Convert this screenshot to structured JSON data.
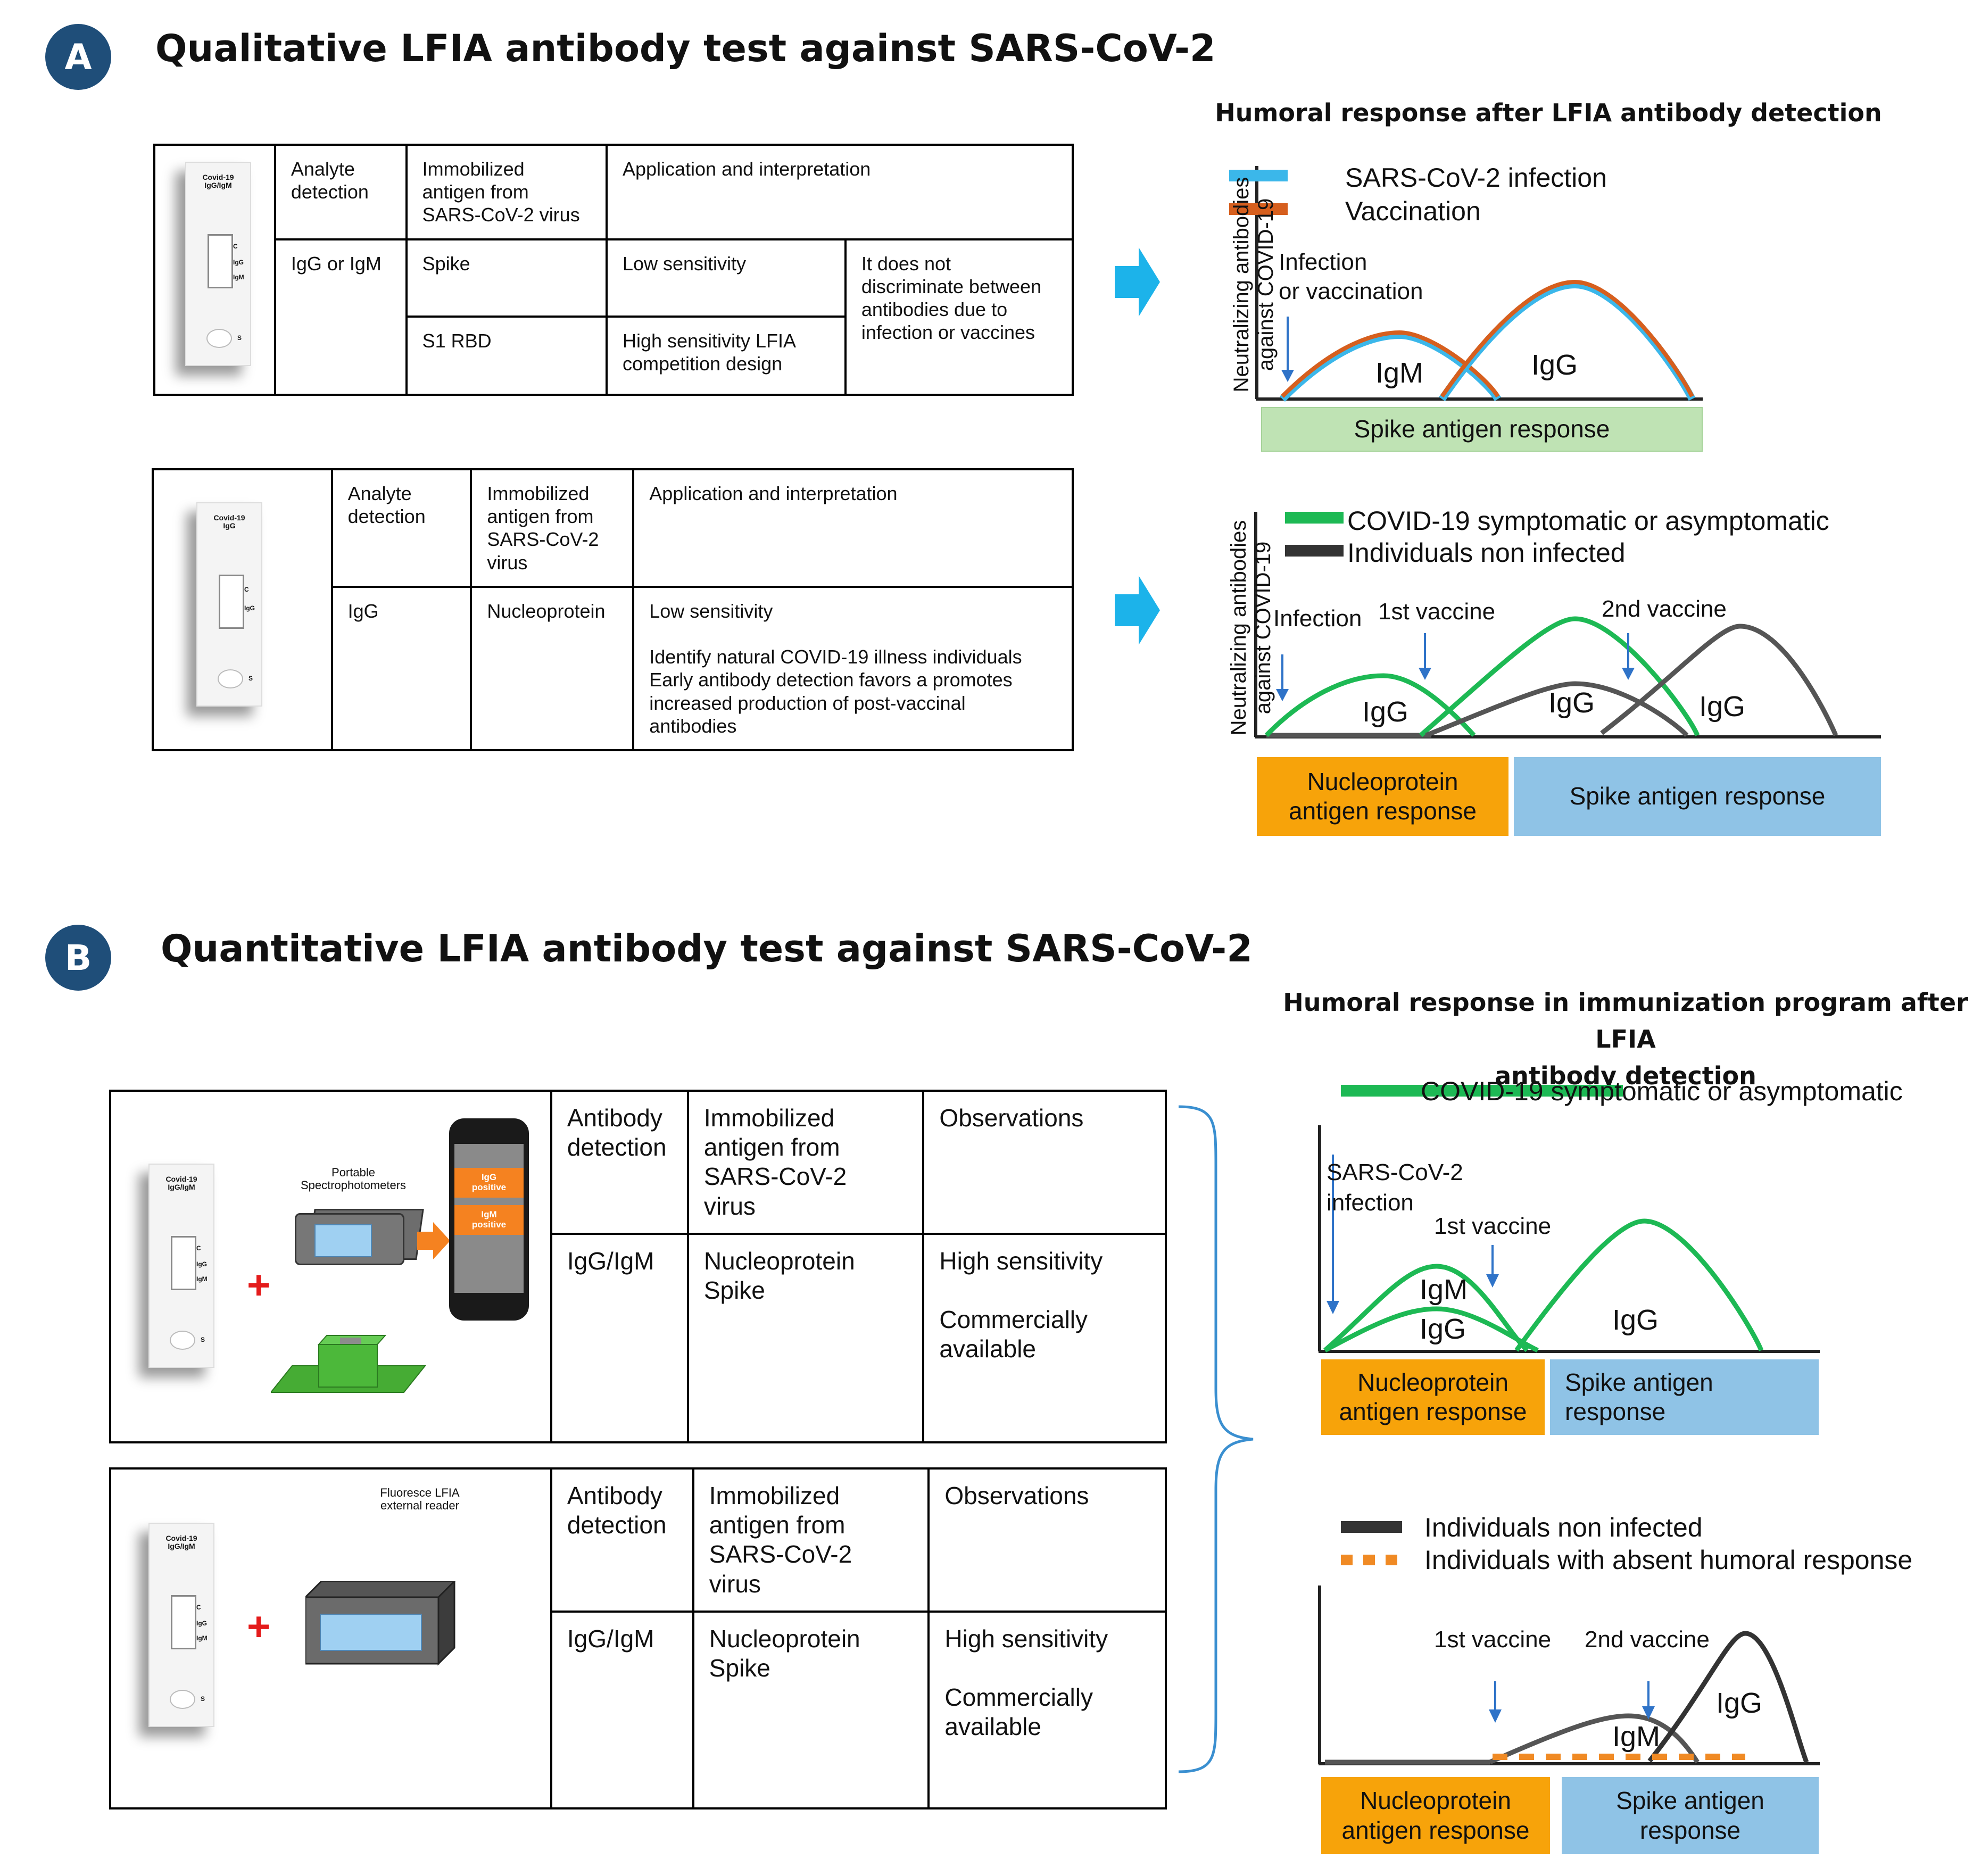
{
  "section_a": {
    "badge": "A",
    "title": "Qualitative LFIA antibody test against SARS-CoV-2",
    "table1": {
      "cassette_title": "Covid-19\nIgG/IgM",
      "cassette_marks": [
        "C",
        "IgG",
        "IgM"
      ],
      "cassette_sample": "S",
      "headers": [
        "Analyte\ndetection",
        "Immobilized\nantigen from\nSARS-CoV-2 virus",
        "Application and interpretation"
      ],
      "analyte": "IgG or IgM",
      "antigens": [
        "Spike",
        "S1 RBD"
      ],
      "applications": [
        "Low sensitivity",
        "High sensitivity LFIA\ncompetition design"
      ],
      "interpretation": "It does not\ndiscriminate between\nantibodies due to\ninfection or vaccines"
    },
    "table2": {
      "cassette_title": "Covid-19\nIgG",
      "cassette_marks": [
        "C",
        "IgG"
      ],
      "cassette_sample": "S",
      "headers": [
        "Analyte\ndetection",
        "Immobilized\nantigen from\nSARS-CoV-2\nvirus",
        "Application and interpretation"
      ],
      "analyte": "IgG",
      "antigen": "Nucleoprotein",
      "application": "Low sensitivity\n\nIdentify natural COVID-19 illness individuals\nEarly antibody detection favors a promotes\nincreased production of post-vaccinal\nantibodies"
    },
    "chart1": {
      "subtitle": "Humoral response after LFIA antibody detection",
      "ylabel": "Neutralizing antibodies\nagainst COVID-19",
      "legend": [
        {
          "label": "SARS-CoV-2 infection",
          "color": "#3bb7ea"
        },
        {
          "label": "Vaccination",
          "color": "#d65f1e"
        }
      ],
      "event_label": "Infection\nor vaccination",
      "curve_labels": [
        "IgM",
        "IgG"
      ],
      "bar_label": "Spike antigen response",
      "bar_color": "#bfe3b4"
    },
    "chart2": {
      "ylabel": "Neutralizing antibodies\nagainst COVID-19",
      "legend": [
        {
          "label": "COVID-19 symptomatic or asymptomatic",
          "color": "#1db954"
        },
        {
          "label": "Individuals non infected",
          "color": "#333333"
        }
      ],
      "events": [
        "Infection",
        "1st vaccine",
        "2nd vaccine"
      ],
      "curve_labels": [
        "IgG",
        "IgG",
        "IgG"
      ],
      "bars": [
        {
          "label": "Nucleoprotein\nantigen response",
          "color": "#f7a30a"
        },
        {
          "label": "Spike antigen response",
          "color": "#8fc3e6"
        }
      ]
    }
  },
  "section_b": {
    "badge": "B",
    "title": "Quantitative LFIA antibody test against SARS-CoV-2",
    "table1": {
      "device_label": "Portable\nSpectrophotometers",
      "cassette_title": "Covid-19\nIgG/IgM",
      "cassette_marks": [
        "C",
        "IgG",
        "IgM"
      ],
      "cassette_sample": "S",
      "phone_results": [
        "IgG\npositive",
        "IgM\npositive"
      ],
      "headers": [
        "Antibody\ndetection",
        "Immobilized\nantigen from\nSARS-CoV-2\nvirus",
        "Observations"
      ],
      "antibody": "IgG/IgM",
      "antigen": "Nucleoprotein\nSpike",
      "observations": "High sensitivity\n\nCommercially\navailable"
    },
    "table2": {
      "device_label": "Fluoresce LFIA\nexternal reader",
      "cassette_title": "Covid-19\nIgG/IgM",
      "cassette_marks": [
        "C",
        "IgG",
        "IgM"
      ],
      "cassette_sample": "S",
      "headers": [
        "Antibody\ndetection",
        "Immobilized\nantigen from\nSARS-CoV-2\nvirus",
        "Observations"
      ],
      "antibody": "IgG/IgM",
      "antigen": "Nucleoprotein\nSpike",
      "observations": "High sensitivity\n\nCommercially\navailable"
    },
    "chart1": {
      "subtitle": "Humoral response in immunization program after LFIA\nantibody detection",
      "legend": [
        {
          "label": "COVID-19 symptomatic or asymptomatic",
          "color": "#1db954"
        }
      ],
      "events": [
        "SARS-CoV-2\ninfection",
        "1st vaccine"
      ],
      "curve_labels": [
        "IgM",
        "IgG",
        "IgG"
      ],
      "bars": [
        {
          "label": "Nucleoprotein\nantigen response",
          "color": "#f7a30a"
        },
        {
          "label": "Spike antigen\nresponse",
          "color": "#8fc3e6"
        }
      ]
    },
    "chart2": {
      "legend": [
        {
          "label": "Individuals non infected",
          "color": "#333333"
        },
        {
          "label": "Individuals with absent humoral response",
          "color": "#f08a24"
        }
      ],
      "events": [
        "1st vaccine",
        "2nd vaccine"
      ],
      "curve_labels": [
        "IgM",
        "IgG"
      ],
      "bars": [
        {
          "label": "Nucleoprotein\nantigen response",
          "color": "#f7a30a"
        },
        {
          "label": "Spike antigen\nresponse",
          "color": "#8fc3e6"
        }
      ]
    }
  }
}
